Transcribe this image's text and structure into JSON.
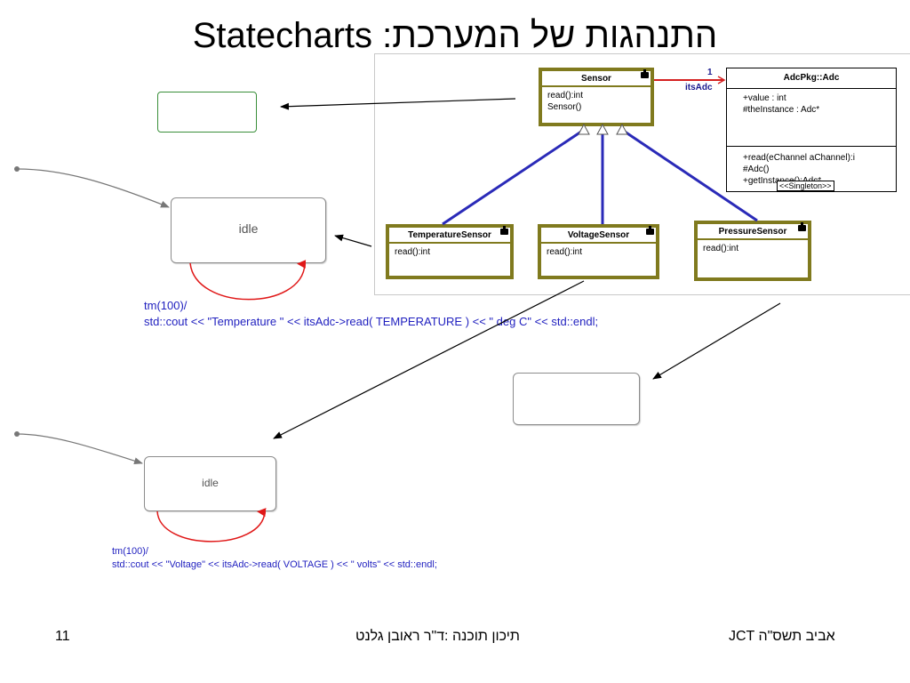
{
  "slide": {
    "title": "התנהגות של המערכת: Statecharts"
  },
  "uml": {
    "sensor": {
      "name": "Sensor",
      "ops": [
        "read():int",
        "Sensor()"
      ]
    },
    "temperature_sensor": {
      "name": "TemperatureSensor",
      "ops": [
        "read():int"
      ]
    },
    "voltage_sensor": {
      "name": "VoltageSensor",
      "ops": [
        "read():int"
      ]
    },
    "pressure_sensor": {
      "name": "PressureSensor",
      "ops": [
        "read():int"
      ]
    },
    "adc": {
      "name": "AdcPkg::Adc",
      "attrs": [
        "+value : int",
        "#theInstance : Adc*"
      ],
      "ops": [
        "+read(eChannel aChannel):i",
        "#Adc()",
        "+getInstance():Adc*"
      ],
      "stereotype": "<<Singleton>>"
    },
    "association": {
      "multiplicity": "1",
      "role": "itsAdc"
    }
  },
  "statechart_top": {
    "state_label": "idle",
    "action_line1": "tm(100)/",
    "action_line2": "std::cout << \"Temperature \" <<  itsAdc->read( TEMPERATURE ) << \" deg C\" << std::endl;"
  },
  "statechart_bottom": {
    "state_label": "idle",
    "action_line1": "tm(100)/",
    "action_line2": "std::cout << \"Voltage\" <<  itsAdc->read( VOLTAGE ) << \" volts\" << std::endl;"
  },
  "footer": {
    "page_number": "11",
    "course": "תיכון תוכנה :ד\"ר ראובן גלנט",
    "institution": "JCT אביב תשס\"ה"
  },
  "colors": {
    "uml_border": "#807a1e",
    "generalization": "#2a2ab8",
    "association": "#d42020",
    "transition": "#d42020",
    "action_text": "#1f1fbf",
    "pointer": "#000000"
  }
}
